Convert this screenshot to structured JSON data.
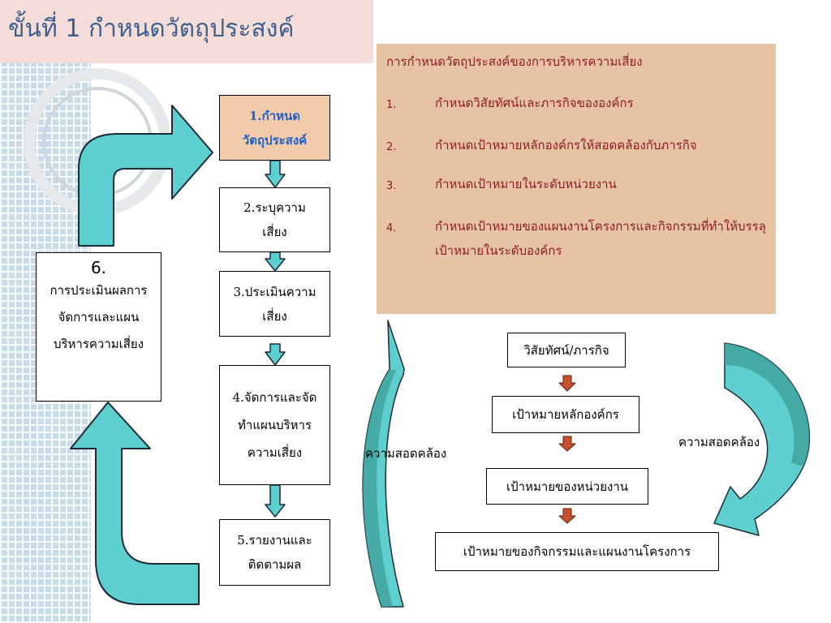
{
  "title": "ขั้นที่ 1 กำหนดวัตถุประสงค์",
  "info": {
    "heading": "การกำหนดวัตถุประสงค์ของการบริหารความเสี่ยง",
    "items": [
      {
        "num": "1.",
        "text": "กำหนดวิสัยทัศน์และภารกิจขององค์กร"
      },
      {
        "num": "2.",
        "text": "กำหนดเป้าหมายหลักองค์กรให้สอดคล้องกับภารกิจ"
      },
      {
        "num": "3.",
        "text": "กำหนดเป้าหมายในระดับหน่วยงาน"
      },
      {
        "num": "4.",
        "text": "กำหนดเป้าหมายของแผนงานโครงการและกิจกรรมที่ทำให้บรรลุเป้าหมายในระดับองค์กร"
      }
    ]
  },
  "steps": [
    {
      "label": "1.กำหนดวัตถุประสงค์"
    },
    {
      "label": "2.ระบุความเสี่ยง"
    },
    {
      "label": "3.ประเมินความเสี่ยง"
    },
    {
      "label": "4.จัดการและจัดทำแผนบริหารความเสี่ยง"
    },
    {
      "label": "5.รายงานและติดตามผล"
    }
  ],
  "step6": {
    "number": "6.",
    "label": "การประเมินผลการจัดการและแผนบริหารความเสี่ยง"
  },
  "goals": [
    "วิสัยทัศน์/ภารกิจ",
    "เป้าหมายหลักองค์กร",
    "เป้าหมายของหน่วยงาน",
    "เป้าหมายของกิจกรรมและแผนงานโครงการ"
  ],
  "alignment_left": "ความสอดคล้อง",
  "alignment_right": "ความสอดคล้อง",
  "colors": {
    "title_bg": "#f4dcd9",
    "title_text": "#3f5f8e",
    "info_bg": "#e6c3a2",
    "info_text": "#8e1b1b",
    "step1_bg": "#f2ccaa",
    "step1_text": "#1f5fc9",
    "arrow_teal": "#5ecfcf",
    "arrow_teal_dark": "#3f9f9a",
    "goal_arrow": "#c8502a"
  }
}
